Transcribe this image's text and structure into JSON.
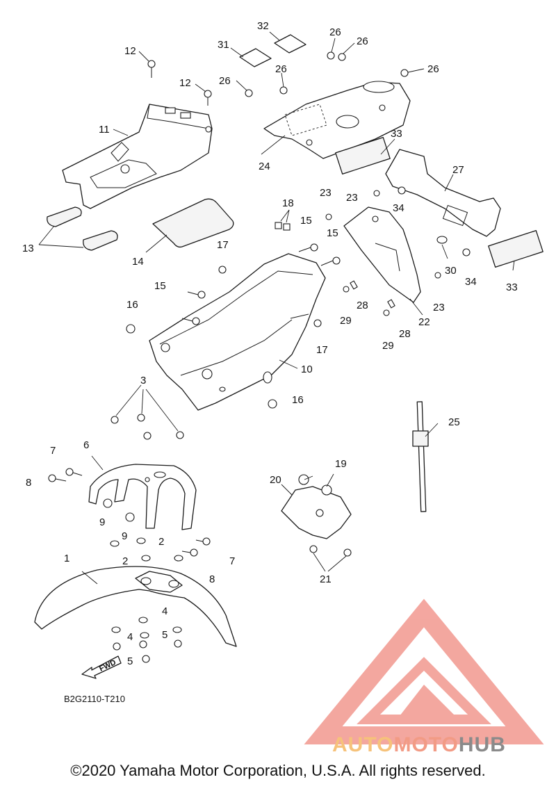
{
  "diagram": {
    "drawing_code": "B2G2110-T210",
    "fwd_label": "FWD",
    "callouts": [
      "1",
      "2",
      "2",
      "3",
      "4",
      "4",
      "5",
      "5",
      "6",
      "7",
      "7",
      "8",
      "8",
      "9",
      "9",
      "10",
      "11",
      "12",
      "12",
      "13",
      "14",
      "15",
      "15",
      "15",
      "16",
      "16",
      "17",
      "17",
      "18",
      "19",
      "20",
      "21",
      "22",
      "23",
      "23",
      "23",
      "24",
      "25",
      "26",
      "26",
      "26",
      "26",
      "27",
      "28",
      "28",
      "29",
      "29",
      "30",
      "31",
      "32",
      "33",
      "33",
      "34",
      "34"
    ]
  },
  "watermark": {
    "brand_part1": "AUTO",
    "brand_part2": "MOTO",
    "brand_part3": "HUB",
    "triangle_color": "#f08a80",
    "color_auto": "#f6c27a",
    "color_moto": "#f29b85",
    "color_hub": "#8a8a8a"
  },
  "footer": {
    "copyright": "©2020 Yamaha Motor Corporation, U.S.A. All rights reserved."
  }
}
